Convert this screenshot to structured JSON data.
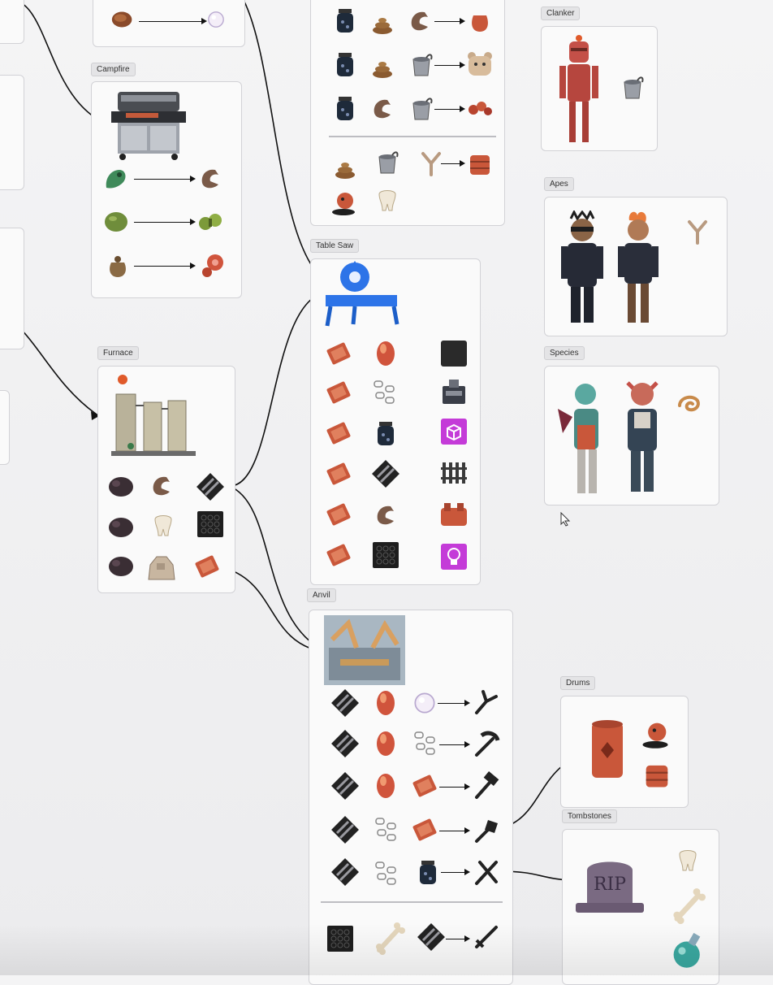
{
  "labels": {
    "campfire": "Campfire",
    "furnace": "Furnace",
    "table_saw": "Table Saw",
    "anvil": "Anvil",
    "clanker": "Clanker",
    "apes": "Apes",
    "species": "Species",
    "drums": "Drums",
    "tombstones": "Tombstones"
  },
  "colors": {
    "accent_purple": "#c43bd8",
    "saw_blue": "#2d74e8",
    "copper": "#c9573a",
    "wire": "#111111"
  },
  "icons": {
    "tombstone_text": "RIP"
  }
}
